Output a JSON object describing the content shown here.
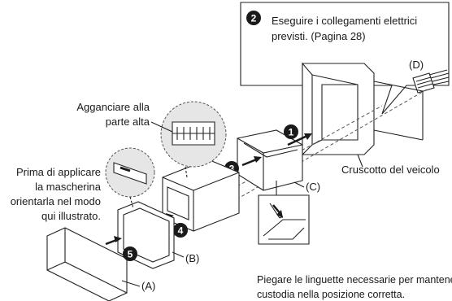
{
  "callout": {
    "step": "2",
    "text_line1": "Eseguire i collegamenti elettrici",
    "text_line2": "previsti. (Pagina 28)",
    "connector_label": "(D)"
  },
  "hook_note": {
    "line1": "Agganciare alla",
    "line2": "parte alta"
  },
  "faceplate_note": {
    "line1": "Prima di applicare",
    "line2": "la mascherina",
    "line3": "orientarla nel modo",
    "line4": "qui illustrato."
  },
  "dashboard_label": "Cruscotto del veicolo",
  "tabs_note": {
    "line1": "Piegare le linguette necessarie per mantenere la",
    "line2": "custodia nella posizione corretta."
  },
  "part_labels": {
    "a": "(A)",
    "b": "(B)",
    "c": "(C)"
  },
  "steps": {
    "s1": "1",
    "s3": "3",
    "s4": "4",
    "s5": "5"
  },
  "colors": {
    "ink": "#222222",
    "dash": "#555555",
    "badge": "#1a1a1a",
    "magnifier_fill": "#e6e6e6"
  }
}
